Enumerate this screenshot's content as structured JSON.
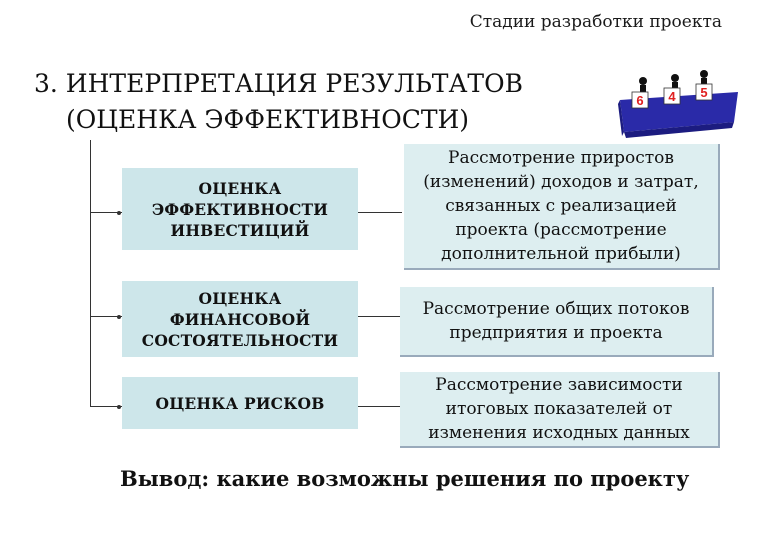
{
  "header": {
    "subtitle": "Стадии разработки проекта"
  },
  "title": {
    "line1": "3. ИНТЕРПРЕТАЦИЯ РЕЗУЛЬТАТОВ",
    "line2": "(ОЦЕНКА ЭФФЕКТИВНОСТИ)"
  },
  "judges": {
    "scores": [
      "6",
      "4",
      "5"
    ],
    "score_colors": [
      "#e02020",
      "#e02020",
      "#e02020"
    ]
  },
  "rows": [
    {
      "left": [
        "ОЦЕНКА",
        "ЭФФЕКТИВНОСТИ",
        "ИНВЕСТИЦИЙ"
      ],
      "right": [
        "Рассмотрение приростов",
        "(изменений) доходов и затрат,",
        "связанных с реализацией",
        "проекта (рассмотрение",
        "дополнительной прибыли)"
      ]
    },
    {
      "left": [
        "ОЦЕНКА",
        "ФИНАНСОВОЙ",
        "СОСТОЯТЕЛЬНОСТИ"
      ],
      "right": [
        "Рассмотрение общих потоков",
        "предприятия и проекта"
      ]
    },
    {
      "left": [
        "ОЦЕНКА РИСКОВ"
      ],
      "right": [
        "Рассмотрение зависимости",
        "итоговых показателей от",
        "изменения исходных данных"
      ]
    }
  ],
  "conclusion": "Вывод: какие возможны решения по проекту"
}
